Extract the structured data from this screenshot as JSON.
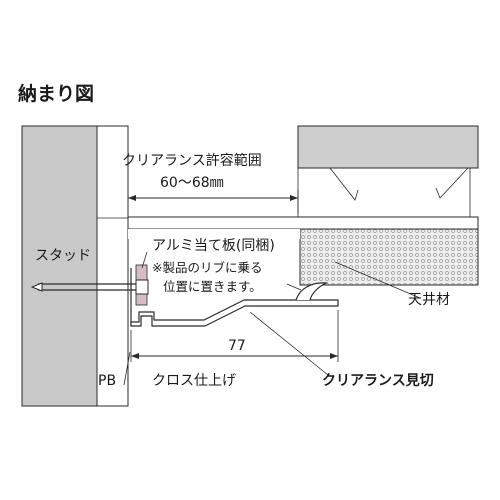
{
  "title": "納まり図",
  "labels": {
    "clearance_range_title": "クリアランス許容範囲",
    "clearance_range_value": "60〜68㎜",
    "aluminum_plate": "アルミ当て板(同梱)",
    "note_line1": "※製品のリブに乗る",
    "note_line2": "位置に置きます。",
    "stud": "スタッド",
    "ceiling_material": "天井材",
    "dimension_77": "77",
    "pb": "PB",
    "cloth_finish": "クロス仕上げ",
    "clearance_parting": "クリアランス見切"
  },
  "colors": {
    "wall_gray": "#c9c9c9",
    "ceiling_gray": "#cfcfcf",
    "ceiling_board": "#e7e7e7",
    "plate_pink": "#d7bcc4",
    "line": "#2a2a2a"
  }
}
